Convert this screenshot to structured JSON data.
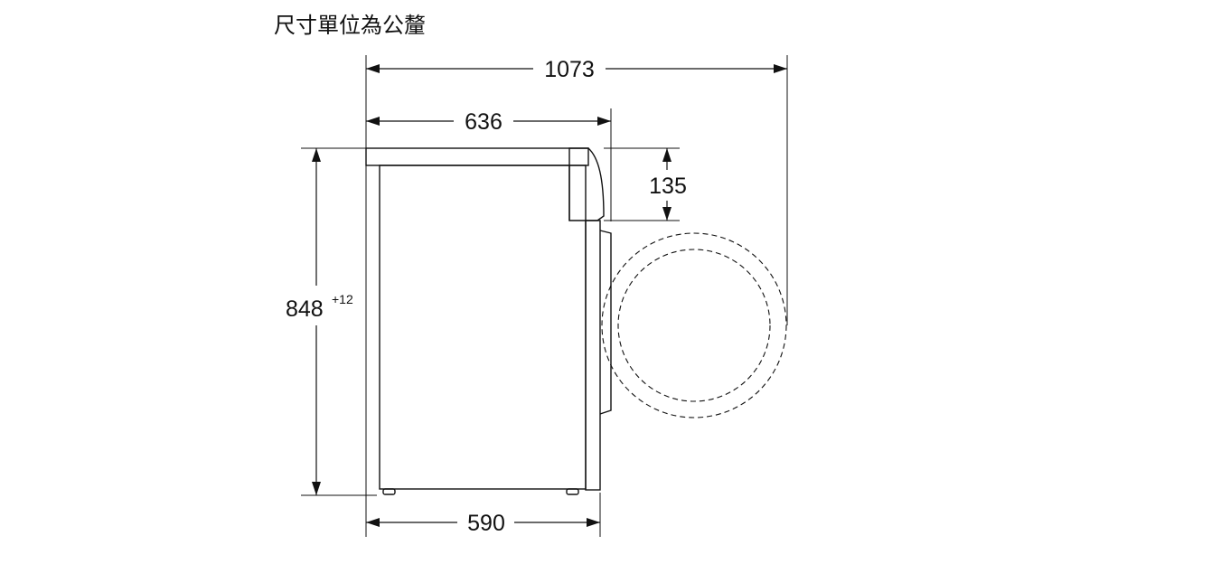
{
  "title": "尺寸單位為公釐",
  "dimensions": {
    "total_depth": "1073",
    "top_depth": "636",
    "body_depth": "590",
    "height": "848",
    "height_tolerance": "+12",
    "top_offset": "135"
  },
  "colors": {
    "line": "#111111",
    "background": "#ffffff"
  }
}
